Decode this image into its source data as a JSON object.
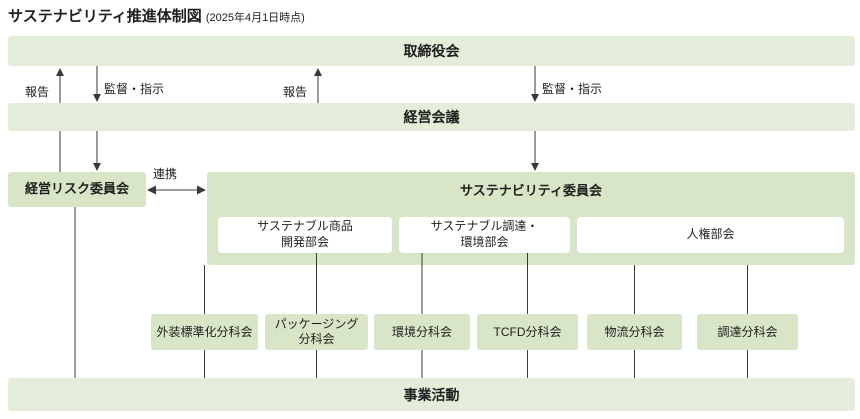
{
  "title": {
    "main": "サステナビリティ推進体制図",
    "date_note": "(2025年4月1日時点)"
  },
  "bars": {
    "board": "取締役会",
    "management": "経営会議",
    "business": "事業活動"
  },
  "labels": {
    "report_left": "報告",
    "supervise_left": "監督・指示",
    "report_mid": "報告",
    "supervise_right": "監督・指示",
    "collaboration": "連携"
  },
  "committees": {
    "risk": "経営リスク委員会",
    "sustainability": "サステナビリティ委員会",
    "subcommittees": [
      {
        "line1": "サステナブル商品",
        "line2": "開発部会"
      },
      {
        "line1": "サステナブル調達・",
        "line2": "環境部会"
      },
      {
        "line1": "人権部会",
        "line2": ""
      }
    ]
  },
  "working_groups": [
    {
      "line1": "外装標準化分科会",
      "line2": ""
    },
    {
      "line1": "パッケージング",
      "line2": "分科会"
    },
    {
      "line1": "環境分科会",
      "line2": ""
    },
    {
      "line1": "TCFD分科会",
      "line2": ""
    },
    {
      "line1": "物流分科会",
      "line2": ""
    },
    {
      "line1": "調達分科会",
      "line2": ""
    }
  ],
  "colors": {
    "bar_bg": "#e4edd9",
    "box_bg": "#d8e5c6",
    "white_box_bg": "#ffffff",
    "line": "#3a3a3a",
    "text": "#1f1f1f"
  }
}
